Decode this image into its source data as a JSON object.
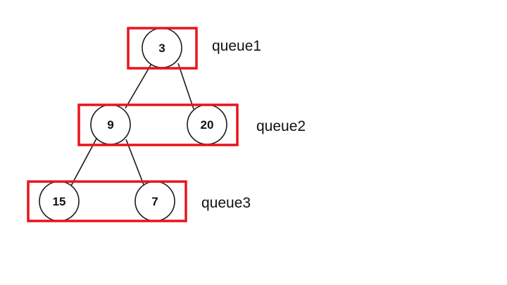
{
  "tree": {
    "nodes": [
      {
        "id": "n3",
        "label": "3"
      },
      {
        "id": "n9",
        "label": "9"
      },
      {
        "id": "n20",
        "label": "20"
      },
      {
        "id": "n15",
        "label": "15"
      },
      {
        "id": "n7",
        "label": "7"
      }
    ],
    "edges": [
      {
        "from": "n3",
        "to": "n9"
      },
      {
        "from": "n3",
        "to": "n20"
      },
      {
        "from": "n9",
        "to": "n15"
      },
      {
        "from": "n9",
        "to": "n7"
      }
    ]
  },
  "levels": [
    {
      "label": "queue1"
    },
    {
      "label": "queue2"
    },
    {
      "label": "queue3"
    }
  ],
  "colors": {
    "box_stroke": "#e8141c",
    "node_stroke": "#1a1a1a",
    "text": "#111111"
  }
}
